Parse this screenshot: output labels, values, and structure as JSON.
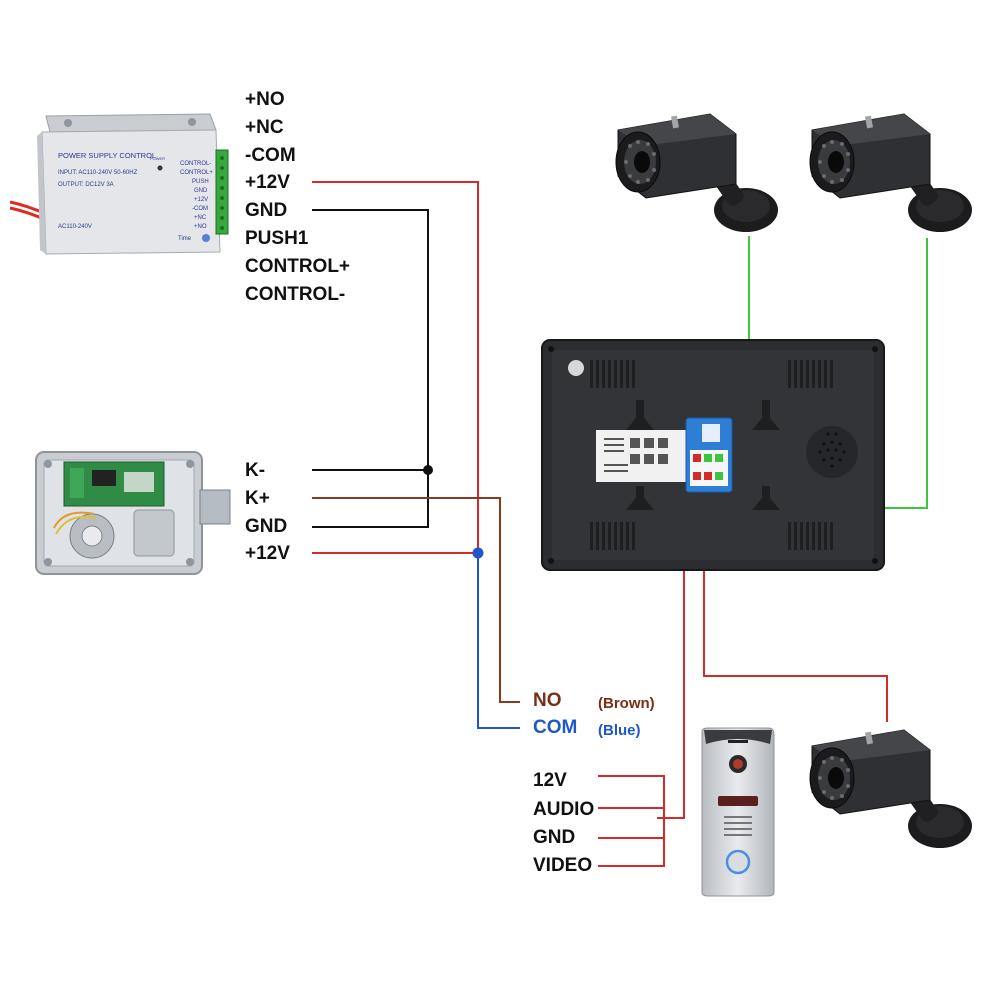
{
  "power_supply": {
    "title": "POWER SUPPLY CONTROL",
    "power_label": "POWER",
    "input_spec": "INPUT: AC110-240V 50-60HZ",
    "output_spec": "OUTPUT: DC12V  3A",
    "ac_label": "AC110-240V",
    "time_label": "Time",
    "side_terminals": [
      "CONTROL-",
      "CONTROL+",
      "PUSH",
      "GND",
      "+12V",
      "-COM",
      "+NC",
      "+NO"
    ],
    "terminals": [
      "+NO",
      "+NC",
      "-COM",
      "+12V",
      "GND",
      "PUSH1",
      "CONTROL+",
      "CONTROL-"
    ]
  },
  "lock": {
    "terminals": [
      "K-",
      "K+",
      "GND",
      "+12V"
    ]
  },
  "exit_wires": {
    "no_label": "NO",
    "no_color_note": "(Brown)",
    "com_label": "COM",
    "com_color_note": "(Blue)"
  },
  "door_station": {
    "terminals": [
      "12V",
      "AUDIO",
      "GND",
      "VIDEO"
    ]
  },
  "colors": {
    "red_wire": "#d42a2a",
    "black_wire": "#111111",
    "brown_wire": "#8a3a1c",
    "blue_wire": "#1f56c8",
    "green_wire": "#3ec43e"
  },
  "icons": {
    "camera": "cctv-bullet-camera-icon",
    "monitor": "indoor-monitor-back-icon",
    "door_station": "door-intercom-icon",
    "lock": "electric-lock-icon",
    "power": "power-supply-icon"
  }
}
